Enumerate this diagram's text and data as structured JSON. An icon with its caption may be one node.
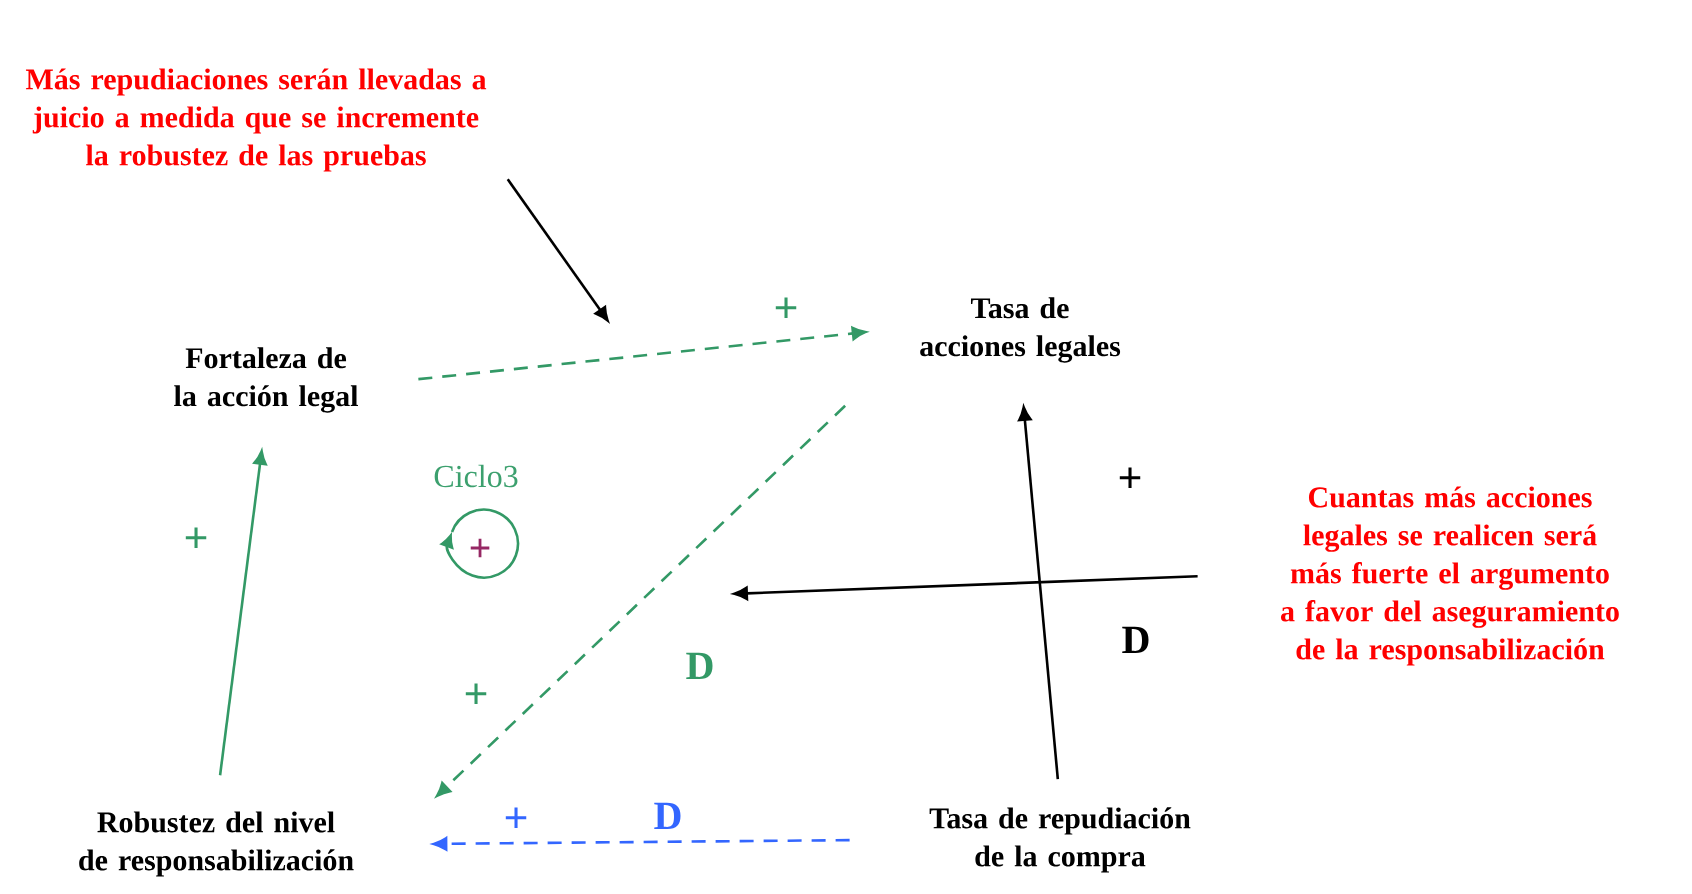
{
  "diagram": {
    "nodes": [
      {
        "text": [
          "Más repudiaciones serán llevadas a juicio a medida que se incremente la robustez de las pruebas"
        ]
      },
      {
        "text": [
          "Fortaleza de la acción legal"
        ]
      },
      {
        "text": [
          "Tasa de acciones legales"
        ]
      },
      {
        "text": [
          "Robustez del nivel de responsabilización"
        ]
      },
      {
        "text": [
          "Tasa de repudiación de la compra"
        ]
      },
      {
        "text": [
          "Cuantas más acciones legales se realicen será más fuerte el argumento a favor del aseguramiento de la responsabilización"
        ]
      }
    ],
    "edges": [
      {
        "from": 1,
        "to": 2,
        "arrow": "to",
        "label": "+",
        "style": "dashed",
        "color": "#339966"
      },
      {
        "from": 2,
        "to": 3,
        "arrow": "to",
        "label": "+",
        "style": "dashed",
        "color": "#339966"
      },
      {
        "from": 3,
        "to": 1,
        "arrow": "to",
        "label": "+",
        "color": "#339966"
      },
      {
        "from": 4,
        "to": 2,
        "arrow": "to",
        "label": "+",
        "color": "#000000"
      },
      {
        "from": 4,
        "to": 3,
        "arrow": "to",
        "label": "+",
        "style": "dashed",
        "color": "#3366ff"
      },
      {
        "from": 0,
        "to": null,
        "arrow": "to",
        "color": "#000000"
      },
      {
        "from": 5,
        "to": null,
        "arrow": "to",
        "color": "#000000"
      }
    ],
    "labels": [
      "Ciclo3",
      "+",
      "D",
      "D",
      "D"
    ]
  }
}
